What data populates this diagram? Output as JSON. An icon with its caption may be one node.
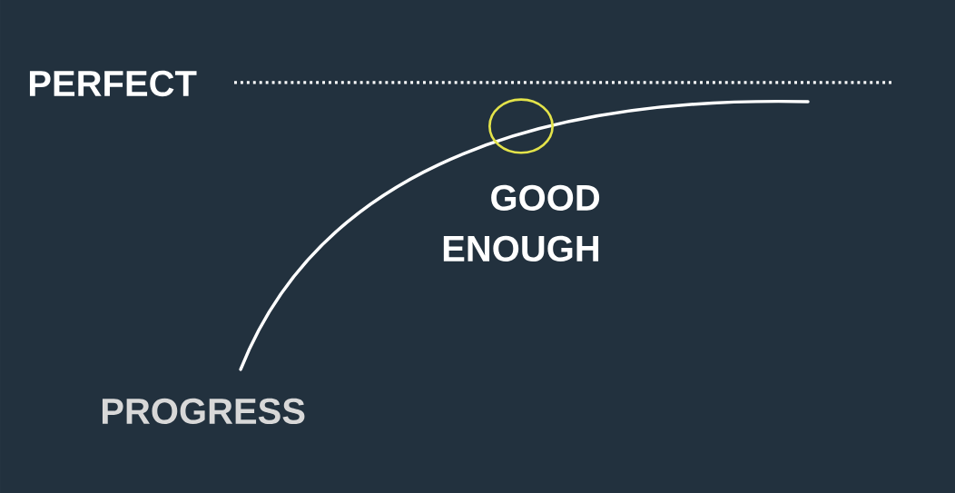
{
  "diagram": {
    "labels": [
      "PERFECT",
      "GOOD ENOUGH",
      "PROGRESS"
    ]
  }
}
